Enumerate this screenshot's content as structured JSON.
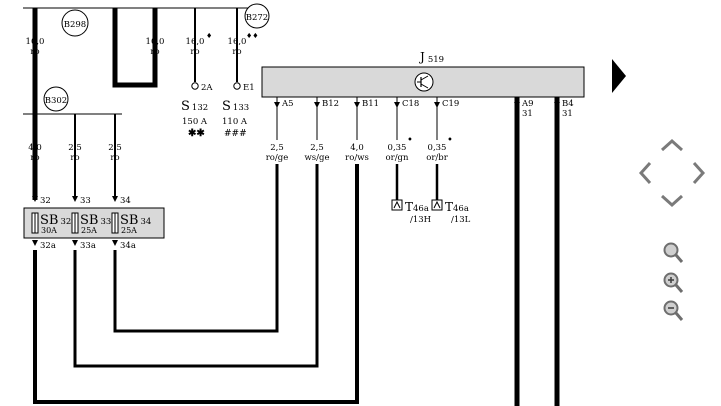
{
  "refs": {
    "b298": "B298",
    "b272": "B272",
    "b302": "B302"
  },
  "top_wires": [
    {
      "size": "10,0",
      "color": "ro"
    },
    {
      "size": "10,0",
      "color": "ro"
    },
    {
      "size": "16,0",
      "color": "ro",
      "mark": "♦"
    },
    {
      "size": "16,0",
      "color": "ro",
      "mark": "♦♦"
    }
  ],
  "terminals": {
    "t1": "2A",
    "t2": "E1"
  },
  "s132": {
    "name": "S",
    "num": "132",
    "rating": "150 A",
    "note": "✱✱"
  },
  "s133": {
    "name": "S",
    "num": "133",
    "rating": "110 A",
    "note": "###"
  },
  "j519": {
    "name": "J",
    "num": "519"
  },
  "sb_wires": [
    {
      "size": "4,0",
      "color": "ro"
    },
    {
      "size": "2,5",
      "color": "ro"
    },
    {
      "size": "2,5",
      "color": "ro"
    }
  ],
  "sb_pins_in": [
    "32",
    "33",
    "34"
  ],
  "sb_pins_out": [
    "32a",
    "33a",
    "34a"
  ],
  "fuses": [
    {
      "name": "SB",
      "num": "32",
      "rating": "30A"
    },
    {
      "name": "SB",
      "num": "33",
      "rating": "25A"
    },
    {
      "name": "SB",
      "num": "34",
      "rating": "25A"
    }
  ],
  "j519_pins": [
    "A5",
    "B12",
    "B11",
    "C18",
    "C19",
    "A9",
    "B4"
  ],
  "ground_labels": [
    "31",
    "31"
  ],
  "out_wires": [
    {
      "size": "2,5",
      "color": "ro/ge"
    },
    {
      "size": "2,5",
      "color": "ws/ge"
    },
    {
      "size": "4,0",
      "color": "ro/ws"
    },
    {
      "size": "0,35",
      "color": "or/gn",
      "mark": "•"
    },
    {
      "size": "0,35",
      "color": "or/br",
      "mark": "•"
    }
  ],
  "connectors": [
    {
      "name": "T",
      "sub": "46a",
      "pin": "/13H"
    },
    {
      "name": "T",
      "sub": "46a",
      "pin": "/13L"
    }
  ],
  "colors": {
    "line": "#000000",
    "box": "#d9d9d9",
    "nav": "#7a7a7a"
  },
  "nav_icons": [
    "arrow-right-icon",
    "pan-up-icon",
    "pan-left-icon",
    "pan-right-icon",
    "pan-down-icon",
    "zoom-fit-icon",
    "zoom-in-icon",
    "zoom-out-icon"
  ]
}
